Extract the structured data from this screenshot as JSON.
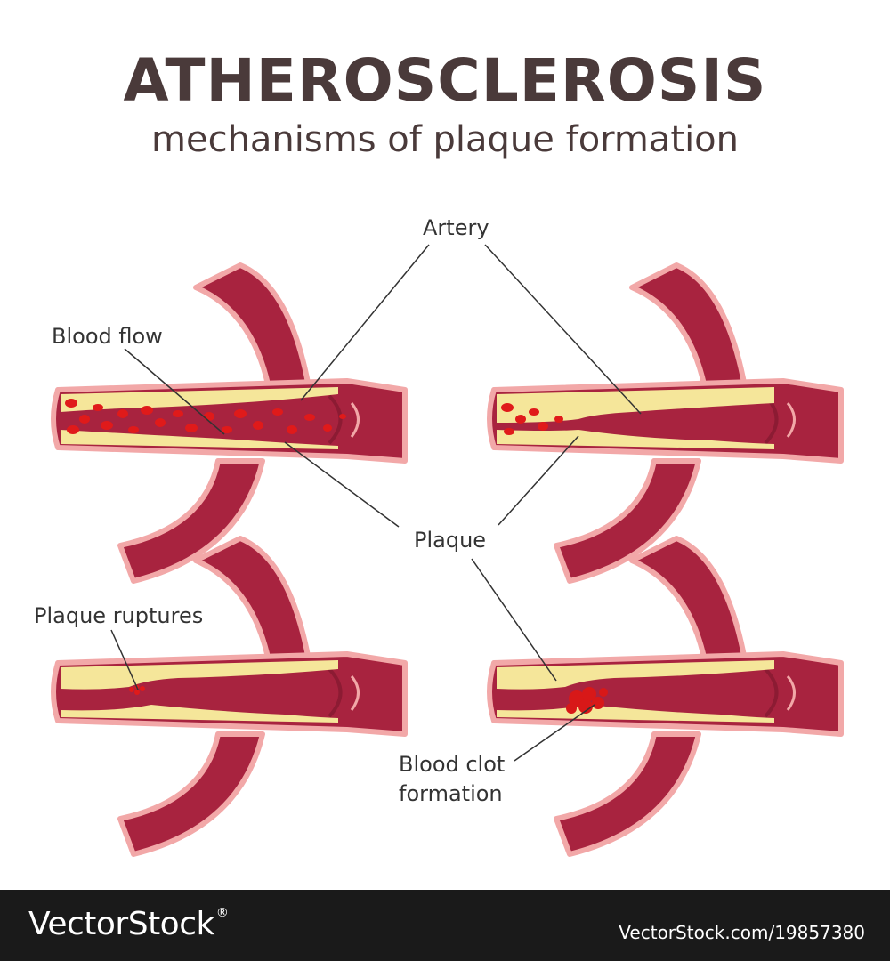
{
  "header": {
    "title": "ATHEROSCLEROSIS",
    "subtitle": "mechanisms of plaque formation"
  },
  "labels": {
    "artery": "Artery",
    "blood_flow": "Blood flow",
    "plaque": "Plaque",
    "plaque_ruptures": "Plaque ruptures",
    "blood_clot_line1": "Blood clot",
    "blood_clot_line2": "formation"
  },
  "footer": {
    "brand": "VectorStock",
    "registered": "®",
    "image_id": "VectorStock.com/19857380"
  },
  "colors": {
    "artery_wall": "#a8233f",
    "artery_outline": "#f2a8a8",
    "plaque": "#f5e69a",
    "blood_cells": "#e01a1a",
    "clot": "#d81818",
    "footer_bg": "#1a1a1a"
  }
}
